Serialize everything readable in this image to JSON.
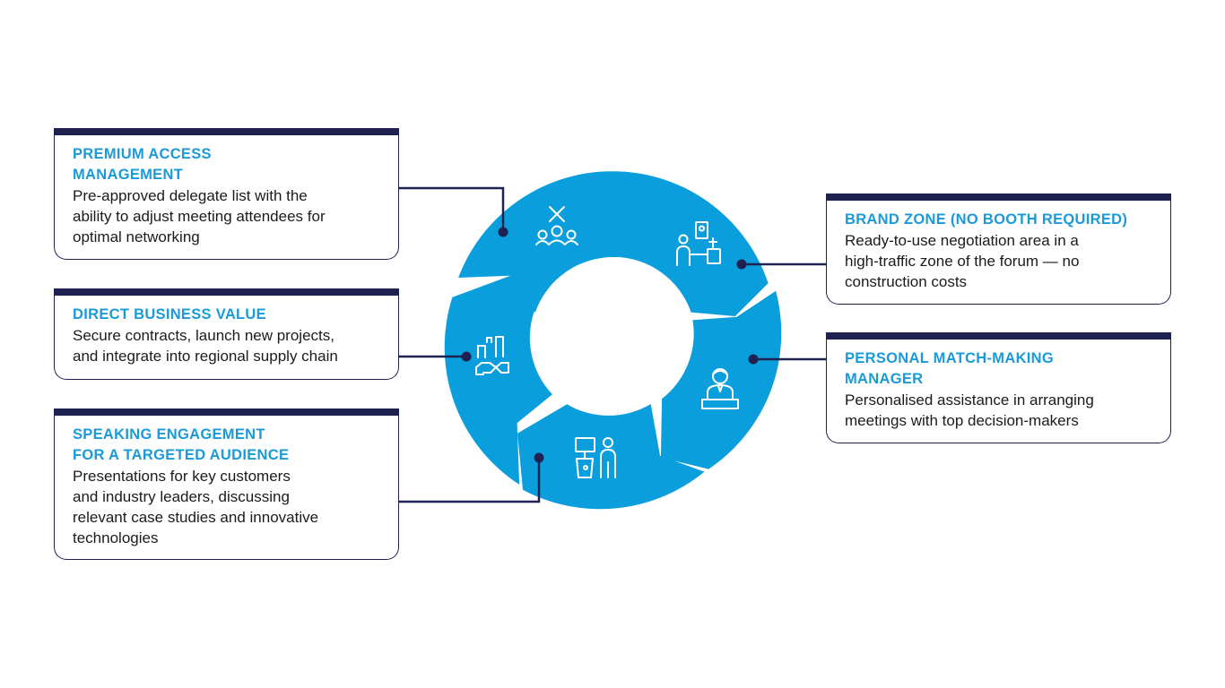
{
  "colors": {
    "ring": "#0a9fdc",
    "navy": "#1f2250",
    "title_blue": "#1a9ad7",
    "body_text": "#1b1b1b",
    "icon_stroke": "#ffffff"
  },
  "cards": {
    "premium": {
      "title_line1": "PREMIUM ACCESS",
      "title_line2": "MANAGEMENT",
      "body_line1": "Pre-approved delegate list with the",
      "body_line2": "ability to adjust meeting attendees for",
      "body_line3": "optimal networking"
    },
    "business": {
      "title_line1": "DIRECT BUSINESS VALUE",
      "body_line1": "Secure contracts, launch new projects,",
      "body_line2": "and integrate into regional supply chain"
    },
    "speaking": {
      "title_line1": "SPEAKING ENGAGEMENT",
      "title_line2": "FOR A TARGETED AUDIENCE",
      "body_line1": "Presentations for key customers",
      "body_line2": "and industry leaders, discussing",
      "body_line3": "relevant case studies and innovative",
      "body_line4": "technologies"
    },
    "brand": {
      "title_line1": "BRAND ZONE (NO BOOTH REQUIRED)",
      "body_line1": "Ready-to-use negotiation area in a",
      "body_line2": "high-traffic zone of the forum — no",
      "body_line3": "construction costs"
    },
    "manager": {
      "title_line1": "PERSONAL MATCH-MAKING",
      "title_line2": "MANAGER",
      "body_line1": "Personalised assistance in arranging",
      "body_line2": "meetings with top decision-makers"
    }
  },
  "ring_icons": [
    "people-cancel-icon",
    "negotiation-icon",
    "manager-icon",
    "speaker-icon",
    "handshake-factory-icon"
  ]
}
